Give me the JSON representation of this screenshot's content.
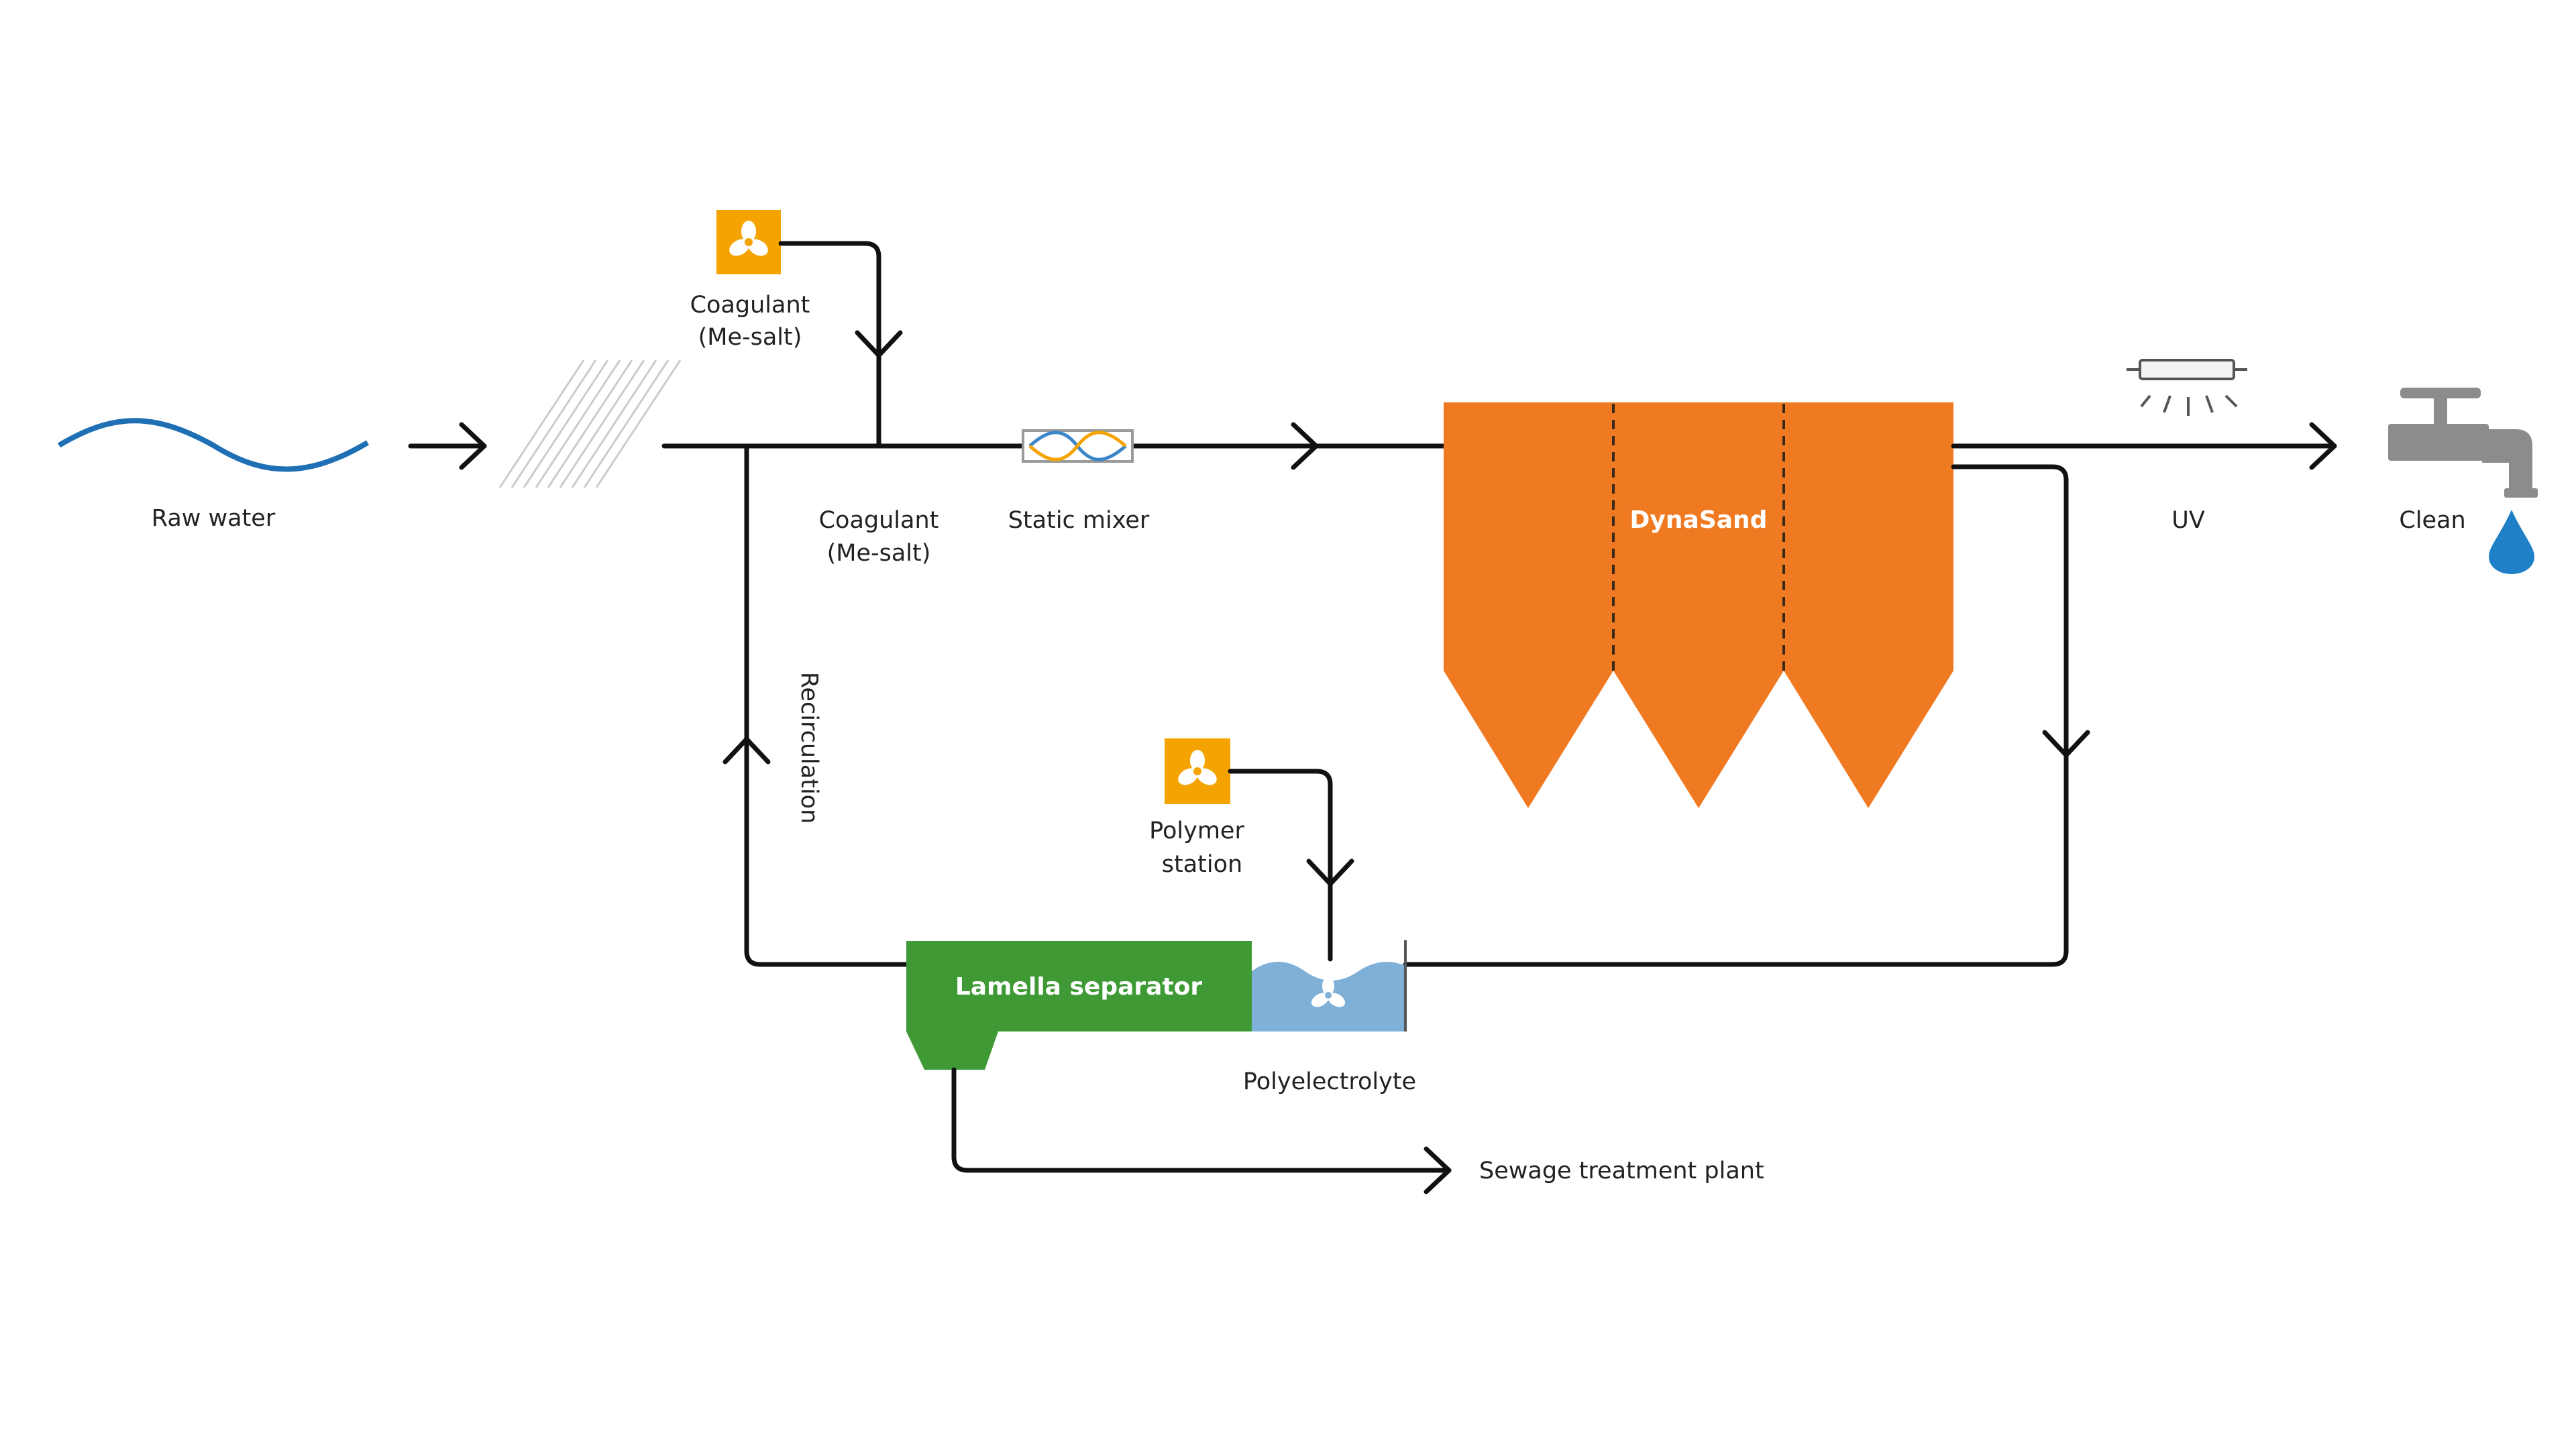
{
  "labels": {
    "raw_water": "Raw water",
    "coagulant_station_1": "Coagulant",
    "coagulant_station_2": "(Me-salt)",
    "coagulant_dose_1": "Coagulant",
    "coagulant_dose_2": "(Me-salt)",
    "static_mixer": "Static mixer",
    "dynasand": "DynaSand",
    "uv": "UV",
    "clean": "Clean",
    "recirculation": "Recirculation",
    "polymer_1": "Polymer",
    "polymer_2": "station",
    "lamella": "Lamella separator",
    "polyelectrolyte": "Polyelectrolyte",
    "sewage": "Sewage treatment plant"
  },
  "colors": {
    "wave": "#1f6fb5",
    "dosing_station": "#f5a300",
    "dynasand": "#f07a22",
    "lamella": "#3f9a35",
    "polyelectrolyte_tank": "#7fb0d8",
    "drop": "#1f7fc7",
    "tap": "#8c8c8c",
    "mixer_blue": "#3a86c9",
    "mixer_orange": "#f5a300",
    "screen": "#cccccc"
  },
  "icons": {
    "dosing_station_1": "fan-icon",
    "dosing_station_2": "fan-icon",
    "tank_mixer": "fan-icon",
    "uv_lamp": "uv-lamp-icon",
    "tap": "tap-icon",
    "drop": "water-drop-icon"
  }
}
